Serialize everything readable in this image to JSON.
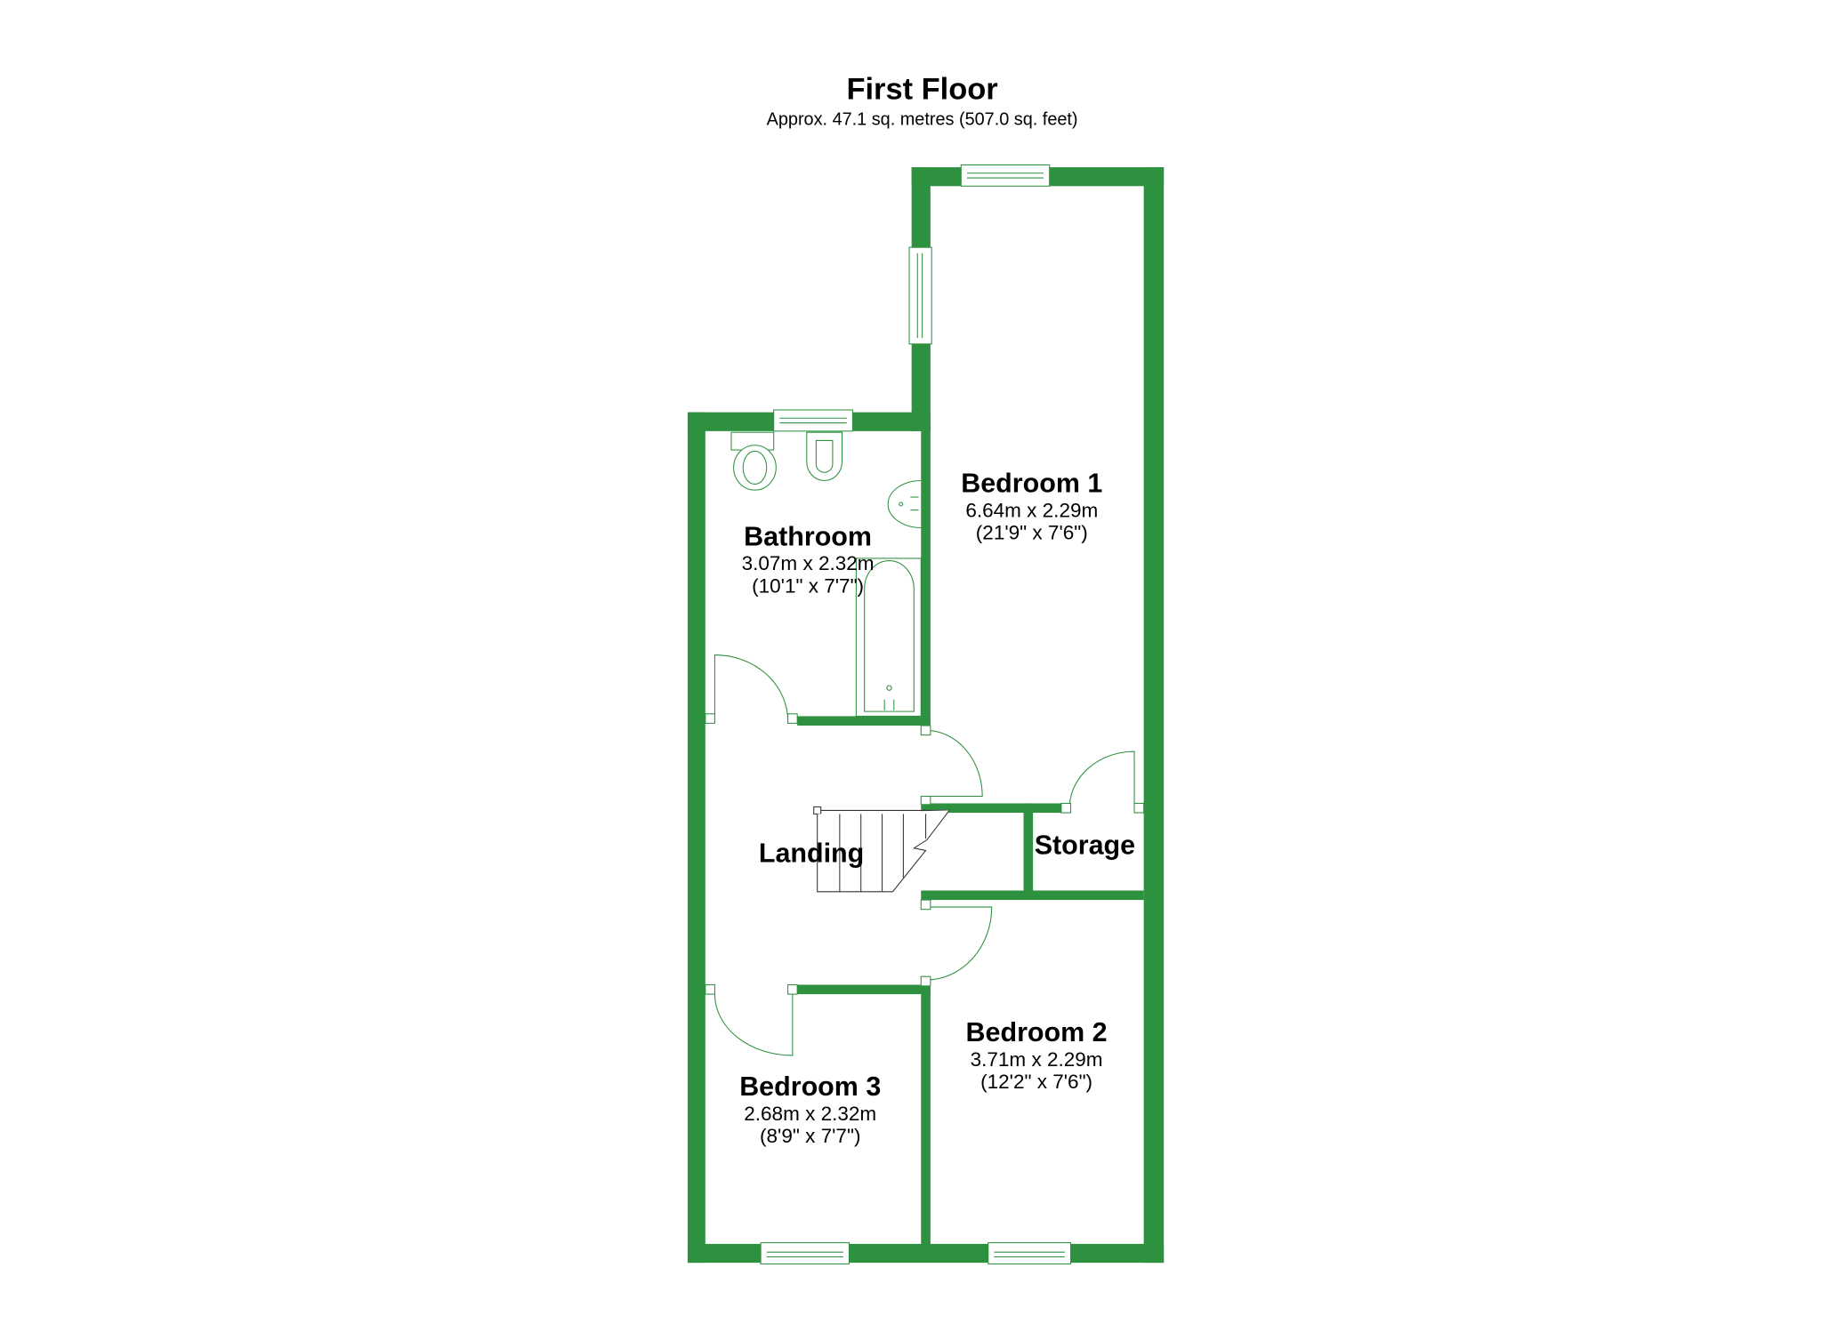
{
  "header": {
    "title": "First Floor",
    "subtitle": "Approx. 47.1 sq. metres (507.0 sq. feet)"
  },
  "colors": {
    "wall": "#2e9140",
    "background": "#ffffff"
  },
  "rooms": [
    {
      "name": "Bedroom 1",
      "metric": "6.64m x 2.29m",
      "imperial": "(21'9\" x 7'6\")"
    },
    {
      "name": "Bathroom",
      "metric": "3.07m x 2.32m",
      "imperial": "(10'1\" x 7'7\")"
    },
    {
      "name": "Landing"
    },
    {
      "name": "Storage"
    },
    {
      "name": "Bedroom 2",
      "metric": "3.71m x 2.29m",
      "imperial": "(12'2\" x 7'6\")"
    },
    {
      "name": "Bedroom 3",
      "metric": "2.68m x 2.32m",
      "imperial": "(8'9\" x 7'7\")"
    }
  ]
}
